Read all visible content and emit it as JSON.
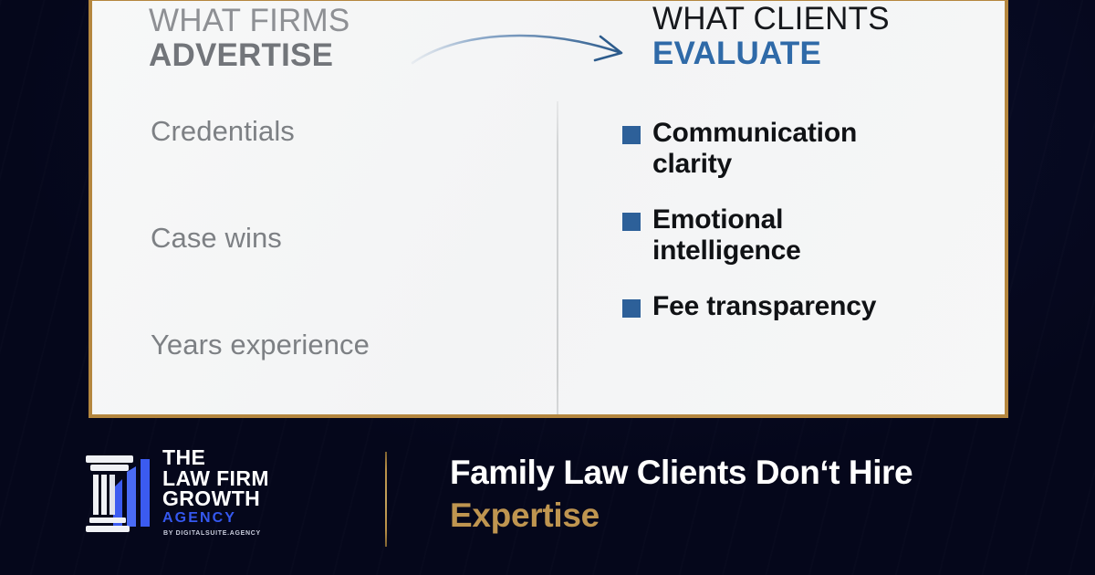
{
  "slide": {
    "card": {
      "left_column": {
        "heading_line1": "WHAT FIRMS",
        "heading_line2": "ADVERTISE",
        "items": [
          "Credentials",
          "Case wins",
          "Years experience"
        ]
      },
      "right_column": {
        "heading_line1": "WHAT CLIENTS",
        "heading_line2": "EVALUATE",
        "items": [
          "Communication clarity",
          "Emotional intelligence",
          "Fee transparency"
        ]
      },
      "arrow": "curved-arrow-icon"
    },
    "footer": {
      "logo": {
        "mark": "pillar-bars-logo-icon",
        "line1": "THE",
        "line2": "LAW FIRM",
        "line3": "GROWTH",
        "line4": "AGENCY",
        "tagline": "BY DIGITALSUITE.AGENCY"
      },
      "title_line1": "Family Law Clients Don‘t Hire",
      "title_line2": "Expertise"
    }
  },
  "colors": {
    "background": "#07091f",
    "frame_gold": "#b5873f",
    "rule_gold": "#b98f47",
    "accent_blue": "#2f6aa8",
    "bullet_blue": "#2d6099",
    "logo_blue": "#3558f0",
    "title_gold": "#bf9550",
    "card_bg": "#f5f6f6",
    "muted_text": "#7d8084"
  }
}
